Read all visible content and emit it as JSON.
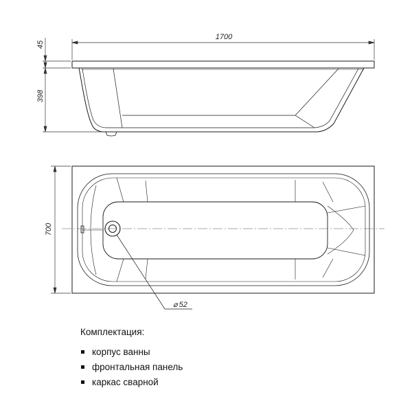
{
  "dimensions": {
    "length": "1700",
    "rim_height": "45",
    "depth": "398",
    "width": "700",
    "drain_diameter": "52",
    "diameter_symbol": "⌀"
  },
  "kit": {
    "title": "Комплектация:",
    "items": [
      "корпус ванны",
      "фронтальная панель",
      "каркас сварной"
    ]
  },
  "colors": {
    "line": "#1a1a1a",
    "thin_line": "#555555",
    "background": "#ffffff"
  }
}
